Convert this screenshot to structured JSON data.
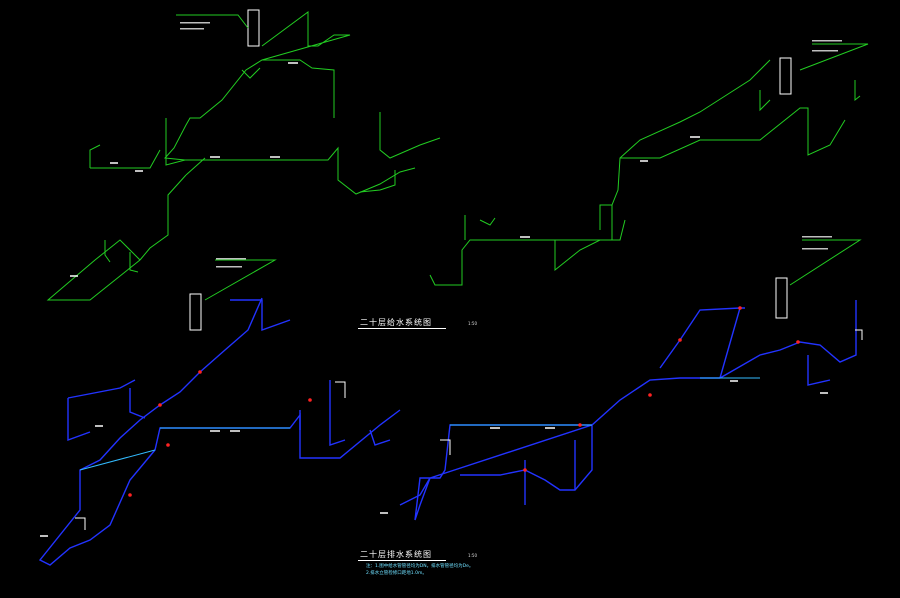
{
  "drawing": {
    "background": "#000000",
    "colors": {
      "supply": "#22cc22",
      "drain": "#2233ff",
      "drain_highlight": "#33bbff",
      "valve": "#ff2222",
      "label": "#ffffff",
      "annotation": "#66ddff"
    },
    "captions": {
      "supply_title": "二十层给水系统图",
      "supply_scale": "1:50",
      "drain_title": "二十层排水系统图",
      "drain_scale": "1:50"
    },
    "notes": [
      "注：1.图中给水管管径均为DN，排水管管径均为De。",
      "2.排水立管检修口距地1.0m。"
    ]
  }
}
